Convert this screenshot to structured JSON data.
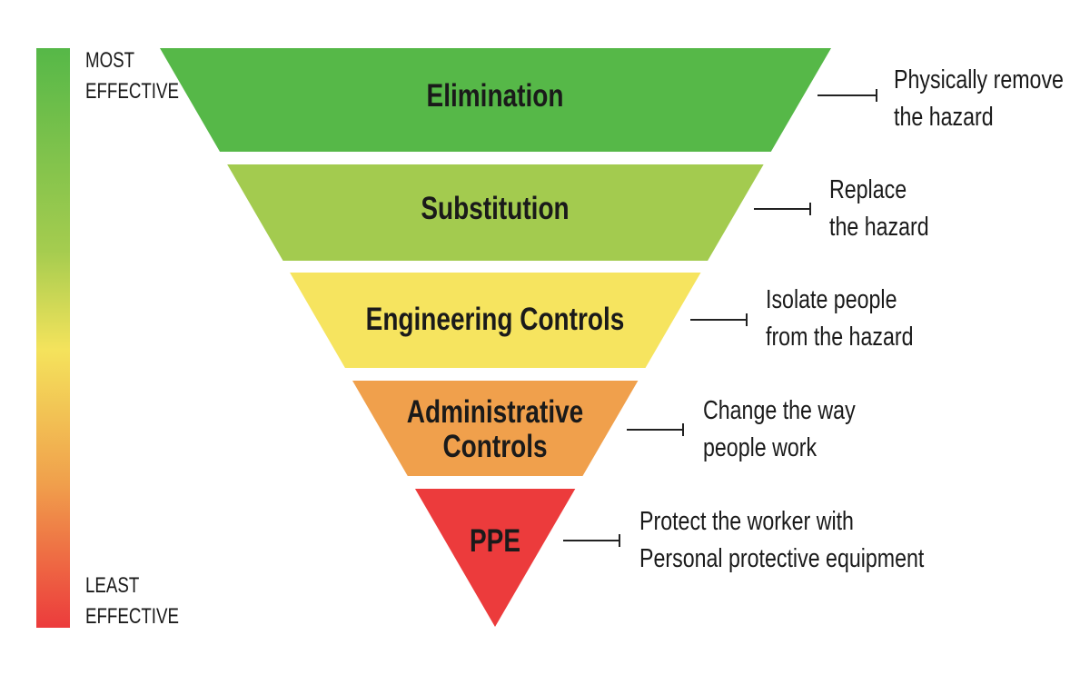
{
  "scale": {
    "top_label": [
      "MOST",
      "EFFECTIVE"
    ],
    "bottom_label": [
      "LEAST",
      "EFFECTIVE"
    ]
  },
  "levels": [
    {
      "name": "Elimination",
      "description": [
        "Physically remove",
        "the hazard"
      ],
      "color": "#56b848"
    },
    {
      "name": "Substitution",
      "description": [
        "Replace",
        "the hazard"
      ],
      "color": "#a3cb4f"
    },
    {
      "name": "Engineering Controls",
      "description": [
        "Isolate people",
        "from the hazard"
      ],
      "color": "#f6e45f"
    },
    {
      "name": "Administrative Controls",
      "name_lines": [
        "Administrative",
        "Controls"
      ],
      "description": [
        "Change the way",
        "people work"
      ],
      "color": "#f0a04c"
    },
    {
      "name": "PPE",
      "description": [
        "Protect the worker with",
        "Personal protective equipment"
      ],
      "color": "#ec3b3c"
    }
  ]
}
